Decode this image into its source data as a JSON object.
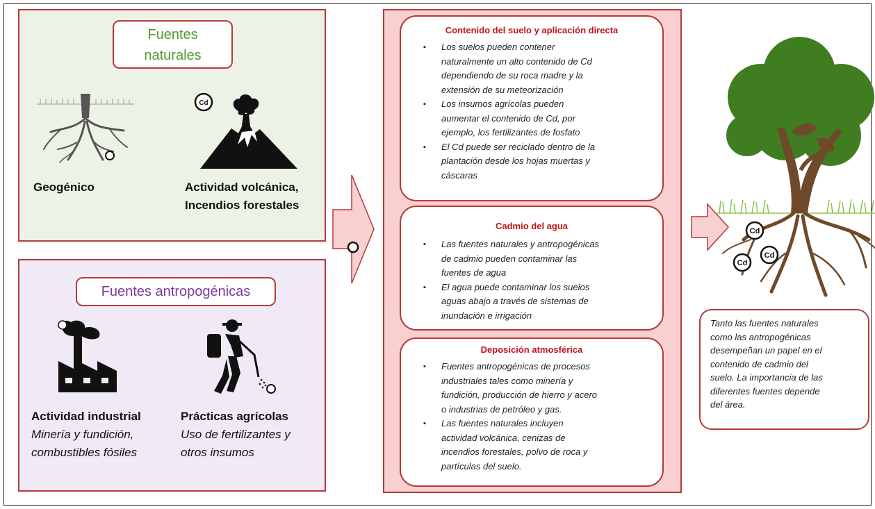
{
  "natural": {
    "title_line1": "Fuentes",
    "title_line2": "naturales",
    "geogenic_label": "Geogénico",
    "volcanic_line1": "Actividad volcánica,",
    "volcanic_line2": "Incendios forestales"
  },
  "anthropogenic": {
    "title": "Fuentes antropogénicas",
    "industrial_title": "Actividad industrial",
    "industrial_line1": "Minería y fundición,",
    "industrial_line2": "combustibles fósiles",
    "agri_title": "Prácticas agrícolas",
    "agri_line1": "Uso de fertilizantes y",
    "agri_line2": "otros insumos"
  },
  "cd_symbol": "Cd",
  "sections": [
    {
      "heading": "Contenido del suelo y aplicación directa",
      "items": [
        [
          "Los suelos pueden contener",
          "naturalmente un alto contenido de Cd",
          "dependiendo de su roca madre y la",
          "extensión de su meteorización"
        ],
        [
          "Los insumos agrícolas pueden",
          "aumentar el contenido de Cd, por",
          "ejemplo, los fertilizantes de fosfato"
        ],
        [
          "El Cd puede ser reciclado dentro de la",
          "plantación desde los hojas muertas y",
          "cáscaras"
        ]
      ]
    },
    {
      "heading": "Cadmio del agua",
      "items": [
        [
          "Las fuentes naturales y antropogénicas",
          "de cadmio pueden contaminar las",
          "fuentes de agua"
        ],
        [
          "El agua puede contaminar los suelos",
          "aguas abajo a través de sistemas de",
          "inundación e irrigación"
        ]
      ]
    },
    {
      "heading": "Deposición atmosférica",
      "items": [
        [
          "Fuentes antropogénicas de procesos",
          "industriales tales como minería y",
          "fundición, producción de hierro y acero",
          "o industrias de petróleo y gas."
        ],
        [
          "Las fuentes naturales incluyen",
          "actividad volcánica, cenizas de",
          "incendios forestales, polvo de roca y",
          "partículas del suelo."
        ]
      ]
    }
  ],
  "caption_lines": [
    "Tanto las fuentes naturales",
    "como las antropogénicas",
    "desempeñan un papel en el",
    "contenido de cadmio del",
    "suelo.  La importancia de las",
    "diferentes fuentes depende",
    "del área."
  ],
  "colors": {
    "border": "#b73a3a",
    "heading": "#c0151b",
    "natural_bg": "#ecf3e6",
    "anthro_bg": "#f0e9f6",
    "mid_bg": "#f8d0d0",
    "natural_title": "#4e9a2f",
    "anthro_title": "#7a3a9a",
    "arrow_fill": "#f8d0d0",
    "foliage": "#3f7d20",
    "trunk": "#6e4a2a",
    "grass": "#8bc34a"
  }
}
